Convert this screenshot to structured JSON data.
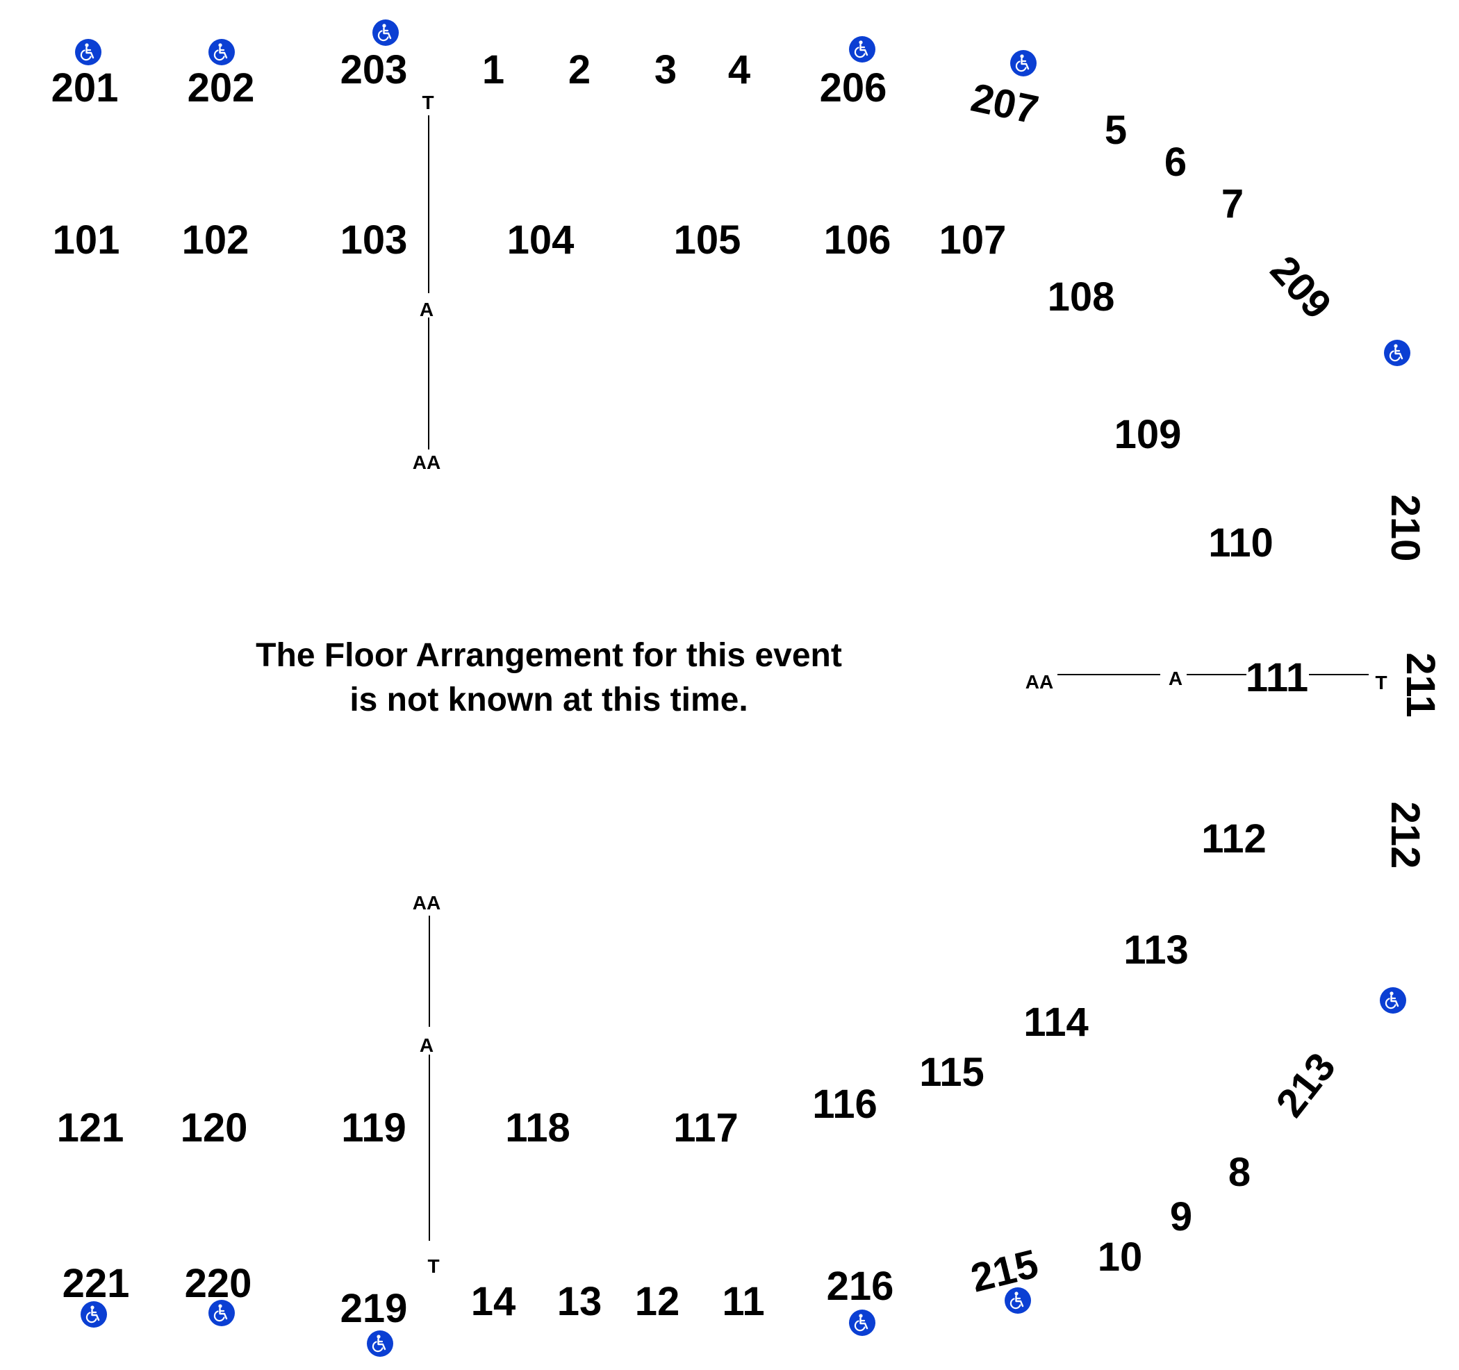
{
  "colors": {
    "ada_blue": "#0b3fd3",
    "text": "#000000",
    "background": "#ffffff"
  },
  "icons": {
    "accessible": "wheelchair-icon"
  },
  "notice": {
    "line1": "The Floor Arrangement for this event",
    "line2": "is not known at this time."
  },
  "sections": {
    "s201": "201",
    "s202": "202",
    "s203": "203",
    "s1": "1",
    "s2": "2",
    "s3": "3",
    "s4": "4",
    "s206": "206",
    "s207": "207",
    "s5": "5",
    "s6": "6",
    "s7": "7",
    "s209": "209",
    "s210": "210",
    "s211": "211",
    "s212": "212",
    "s213": "213",
    "s101": "101",
    "s102": "102",
    "s103": "103",
    "s104": "104",
    "s105": "105",
    "s106": "106",
    "s107": "107",
    "s108": "108",
    "s109": "109",
    "s110": "110",
    "s111": "111",
    "s112": "112",
    "s113": "113",
    "s114": "114",
    "s115": "115",
    "s116": "116",
    "s117": "117",
    "s118": "118",
    "s119": "119",
    "s120": "120",
    "s121": "121",
    "s8": "8",
    "s9": "9",
    "s10": "10",
    "s215": "215",
    "s216": "216",
    "s11": "11",
    "s12": "12",
    "s13": "13",
    "s14": "14",
    "s219": "219",
    "s220": "220",
    "s221": "221"
  },
  "rows": {
    "t": "T",
    "a": "A",
    "aa": "AA"
  }
}
